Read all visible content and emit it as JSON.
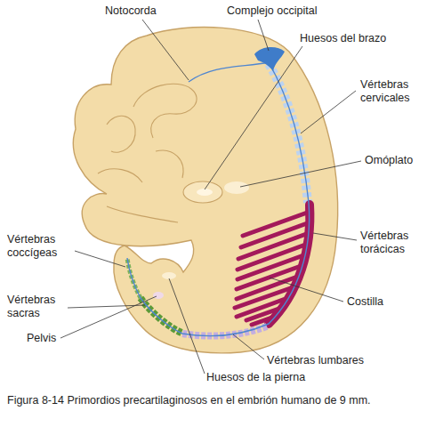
{
  "diagram": {
    "caption": "Figura 8-14 Primordios precartilaginosos en el embrión humano de 9 mm.",
    "labels": [
      "Notocorda",
      "Complejo occipital",
      "Huesos del brazo",
      "Vértebras cervicales",
      "Omóplato",
      "Vértebras torácicas",
      "Costilla",
      "Vértebras lumbares",
      "Huesos de la pierna",
      "Pelvis",
      "Vértebras sacras",
      "Vértebras coccígeas"
    ]
  }
}
